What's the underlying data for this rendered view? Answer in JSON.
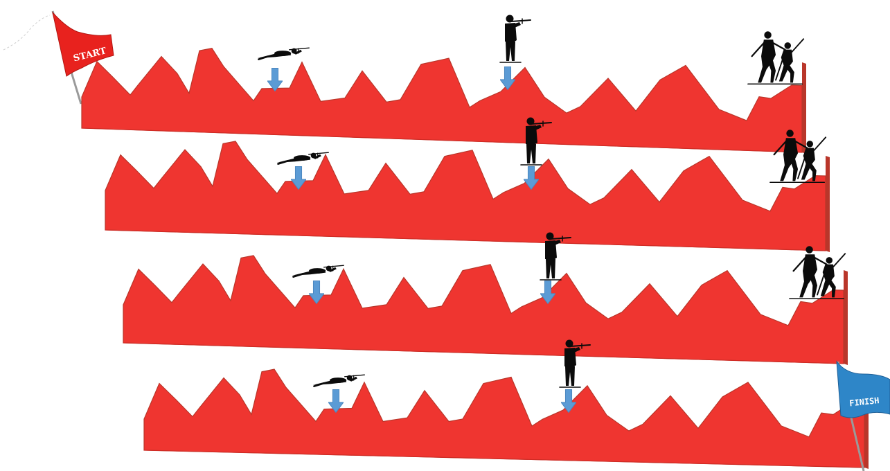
{
  "flags": {
    "start": {
      "label": "START",
      "color": "#e8221e"
    },
    "finish": {
      "label": "FINISH",
      "color": "#2e86c8"
    }
  },
  "course": {
    "laps": 4,
    "track_color": "#ef3530",
    "track_side_color": "#b9362a",
    "arrow_color": "#5b9bd5",
    "silhouette_color": "#0b0b0b",
    "shooting_stages_per_lap": [
      "prone-shooting",
      "standing-shooting"
    ],
    "penalty_loop_after_laps": [
      1,
      2,
      3
    ]
  }
}
